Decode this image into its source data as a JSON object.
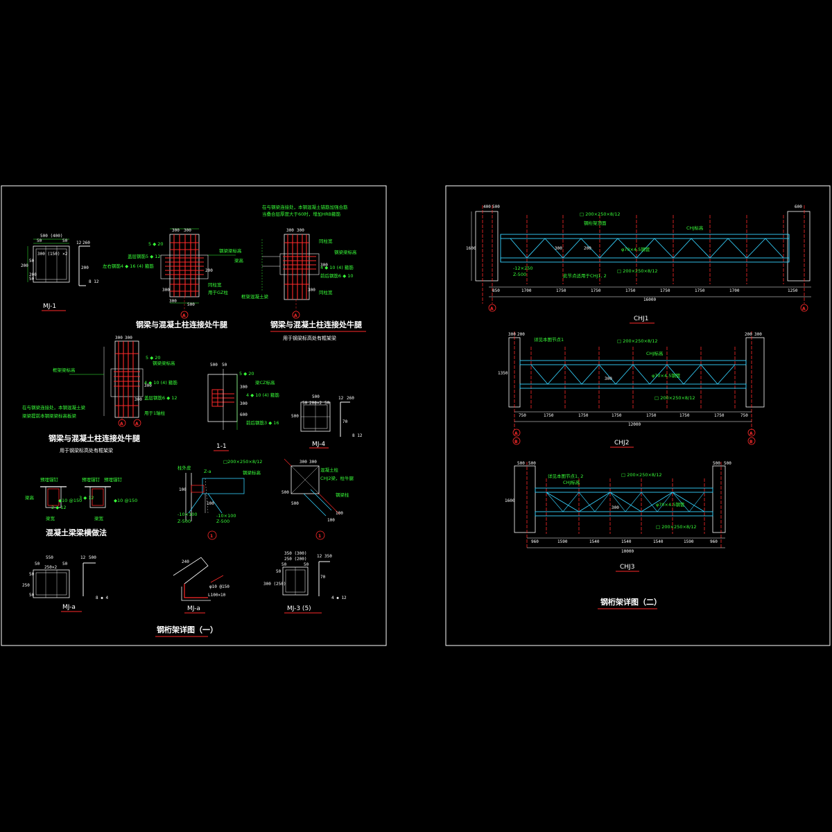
{
  "colors": {
    "background": "#000000",
    "frame": "#ffffff",
    "rebar": "#ff2a2a",
    "steel": "#35d3ff",
    "gridline": "#ff2a2a",
    "annotation": "#39ff39",
    "dimension": "#ffffff",
    "underline": "#ff2a2a"
  },
  "sheet1": {
    "title": "钢桁架详图（一）",
    "mj1": {
      "label": "MJ-1",
      "dims": [
        "500 (400)",
        "50",
        "50",
        "300 (150) ×2",
        "12",
        "260",
        "200",
        "200",
        "200",
        "50",
        "50",
        "8 12"
      ]
    },
    "bracket1": {
      "title": "钢梁与混凝土柱连接处牛腿",
      "dims": [
        "300",
        "300",
        "200",
        "300",
        "300",
        "500"
      ],
      "notes": [
        "5 ◆ 20",
        "盖层钢筋5 ◆ 12",
        "左右钢筋4 ◆ 16 (4) 箍筋",
        "钢梁梁标高",
        "梁高",
        "同柱宽",
        "用于GZ柱"
      ]
    },
    "bracket2": {
      "title": "钢梁与混凝土柱连接处牛腿",
      "subtitle": "用于钢梁标高处有框架梁",
      "dims": [
        "300",
        "300",
        "300",
        "300"
      ],
      "notes": [
        "在与钢梁连接处，本钢混凝土锚筋加强合筋",
        "当叠合层厚度大于60时，增加HRB箍筋",
        "同柱宽",
        "4 ◆ 10 (4) 箍筋",
        "前后钢筋6 ◆ 10",
        "钢梁梁标高",
        "框架混凝土梁",
        "同柱宽"
      ]
    },
    "bracket3": {
      "title": "钢梁与混凝土柱连接处牛腿",
      "subtitle": "用于钢梁标高处有框架梁",
      "dims": [
        "300",
        "300",
        "300",
        "300"
      ],
      "notes": [
        "5 ◆ 20",
        "钢梁梁标高",
        "框架梁标高",
        "4 ◆ 10 (4) 箍筋",
        "盖层钢筋6 ◆ 12",
        "用于1轴柱",
        "在与钢梁连接处，本钢混凝土梁",
        "梁梁提前本钢梁梁标高板梁"
      ]
    },
    "section11": {
      "label": "1-1",
      "dims": [
        "500",
        "50",
        "300",
        "300",
        "600"
      ],
      "notes": [
        "5 ◆ 20",
        "梁CZ标高",
        "4 ◆ 10 (4) 箍筋",
        "前后钢筋3 ◆ 16"
      ]
    },
    "mj4": {
      "label": "MJ-4",
      "dims": [
        "500",
        "50",
        "50",
        "200×2",
        "12",
        "260",
        "500",
        "70",
        "8 12"
      ]
    },
    "beamdetail": {
      "title": "混凝土梁梁横做法",
      "notes": [
        "预埋锚钉",
        "预埋锚钉",
        "预埋锚钉",
        "梁高",
        "梁宽",
        "梁宽",
        "3 ◆ 12",
        "◆10 @150",
        "2 ◆ 12",
        "◆10 @150"
      ]
    },
    "node1": {
      "label": "1",
      "notes": [
        "柱外皮",
        "Z-a",
        "-10×100",
        "Z-500",
        "-10×100",
        "Z-500",
        "□200×250×8/12",
        "钢梁标高",
        "100",
        "100"
      ]
    },
    "node2": {
      "label": "1",
      "notes": [
        "混凝土柱",
        "CHJ2梁，柱牛腿",
        "钢梁柱",
        "300",
        "300",
        "500",
        "500",
        "100",
        "100"
      ]
    },
    "mja": {
      "label": "MJ-a",
      "dims": [
        "550",
        "50",
        "50",
        "250×2",
        "12",
        "500",
        "250",
        "50",
        "50",
        "8 ◆ 4"
      ]
    },
    "mja2": {
      "label": "MJ-a",
      "notes": [
        "240",
        "φ10 @150",
        "L100×10"
      ]
    },
    "mj3": {
      "label": "MJ-3 (5)",
      "dims": [
        "350 (300)",
        "250 (200)",
        "50",
        "50",
        "12",
        "350",
        "300 (250)",
        "50",
        "70",
        "4 ◆ 12"
      ]
    }
  },
  "sheet2": {
    "title": "钢桁架详图（二）",
    "chj1": {
      "label": "CHJ1",
      "total": "16000",
      "spans": [
        "850",
        "1700",
        "1750",
        "1750",
        "1750",
        "1750",
        "1750",
        "1700",
        "1250"
      ],
      "top_dims": [
        "400",
        "500",
        "600"
      ],
      "height": "1600",
      "axes": [
        "A",
        "A"
      ],
      "notes": [
        "□ 200×250×8/12",
        "钢桁架顶面",
        "CHJ标高",
        "□ 200×250×8/12",
        "φ70×4.5钢管",
        "-12×250",
        "Z-500",
        "此节点适用于CHJ1, 2",
        "200",
        "300"
      ]
    },
    "chj2": {
      "label": "CHJ2",
      "total": "12000",
      "spans": [
        "750",
        "1750",
        "1750",
        "1750",
        "1750",
        "1750",
        "1750",
        "750"
      ],
      "top_dims": [
        "300",
        "200",
        "200",
        "300"
      ],
      "height": "1350",
      "axes": [
        "A",
        "B",
        "A",
        "B"
      ],
      "notes": [
        "□ 200×250×8/12",
        "详见本图节点1",
        "CHJ标高",
        "φ70×4.5钢管",
        "□ 200×250×8/12",
        "300"
      ]
    },
    "chj3": {
      "label": "CHJ3",
      "total": "10000",
      "spans": [
        "960",
        "1590",
        "1540",
        "1540",
        "1540",
        "1590",
        "960"
      ],
      "top_dims": [
        "500",
        "500",
        "500",
        "500"
      ],
      "height": "1600",
      "notes": [
        "□ 200×250×8/12",
        "详见本图节点1, 2",
        "CHJ标高",
        "φ70×4.5钢管",
        "□ 200×250×8/12",
        "300"
      ]
    }
  }
}
